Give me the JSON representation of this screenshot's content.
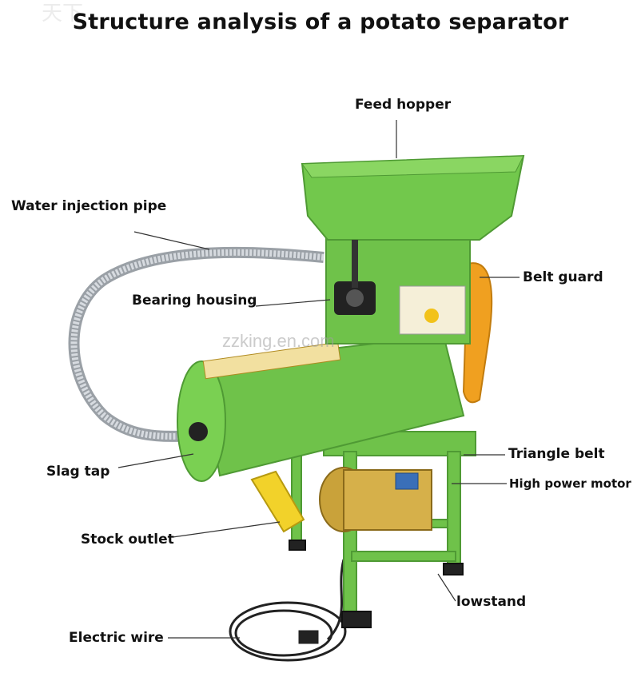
{
  "title": "Structure analysis of a potato separator",
  "watermark": "zzking.en.com",
  "corner_mark": "天下",
  "colors": {
    "machine_green": "#6fc24a",
    "machine_green_dark": "#4f9a34",
    "belt_guard_orange": "#f0a020",
    "outlet_yellow": "#f2d22a",
    "motor_gold": "#c9a23a",
    "line": "#333333"
  },
  "labels": {
    "feed_hopper": "Feed hopper",
    "water_injection_pipe": "Water injection pipe",
    "belt_guard": "Belt guard",
    "bearing_housing": "Bearing housing",
    "triangle_belt": "Triangle belt",
    "high_power_motor": "High power motor",
    "slag_tap": "Slag tap",
    "stock_outlet": "Stock outlet",
    "lowstand": "lowstand",
    "electric_wire": "Electric wire"
  }
}
